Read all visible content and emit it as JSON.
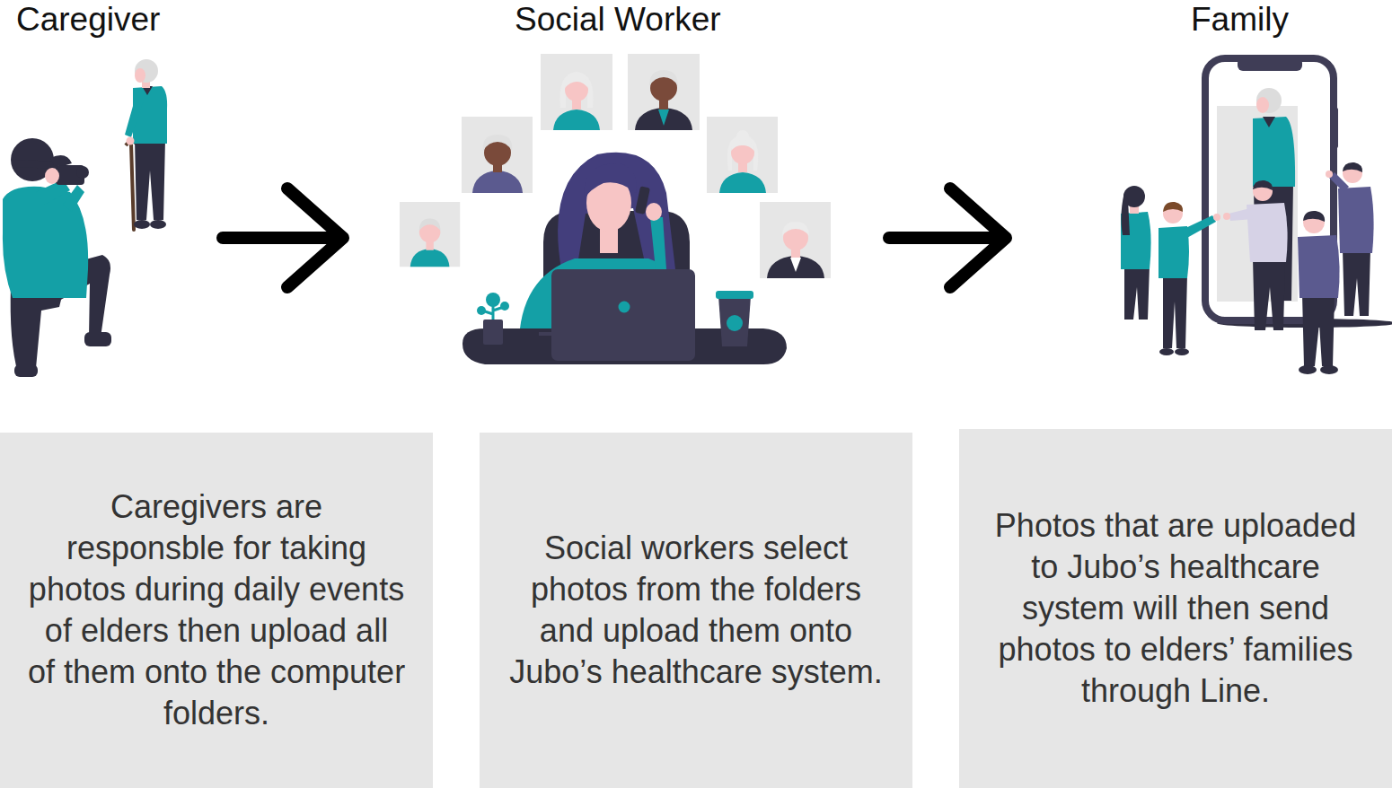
{
  "diagram": {
    "nodes": [
      {
        "text": [
          "Caregiver"
        ]
      },
      {
        "text": [
          "Caregivers are responsble for taking photos during daily events of elders then upload all of them onto the computer folders."
        ]
      },
      {
        "text": [
          "Social Worker"
        ]
      },
      {
        "text": [
          "Social workers select photos from the folders and upload them onto Jubo’s healthcare system."
        ]
      },
      {
        "text": [
          "Family"
        ]
      },
      {
        "text": [
          "Photos that are uploaded to Jubo’s healthcare system will then send photos to elders’ families through Line."
        ]
      }
    ],
    "edges": [
      {
        "from": 0,
        "to": 2,
        "arrow": "to"
      },
      {
        "from": 2,
        "to": 4,
        "arrow": "to"
      }
    ]
  }
}
